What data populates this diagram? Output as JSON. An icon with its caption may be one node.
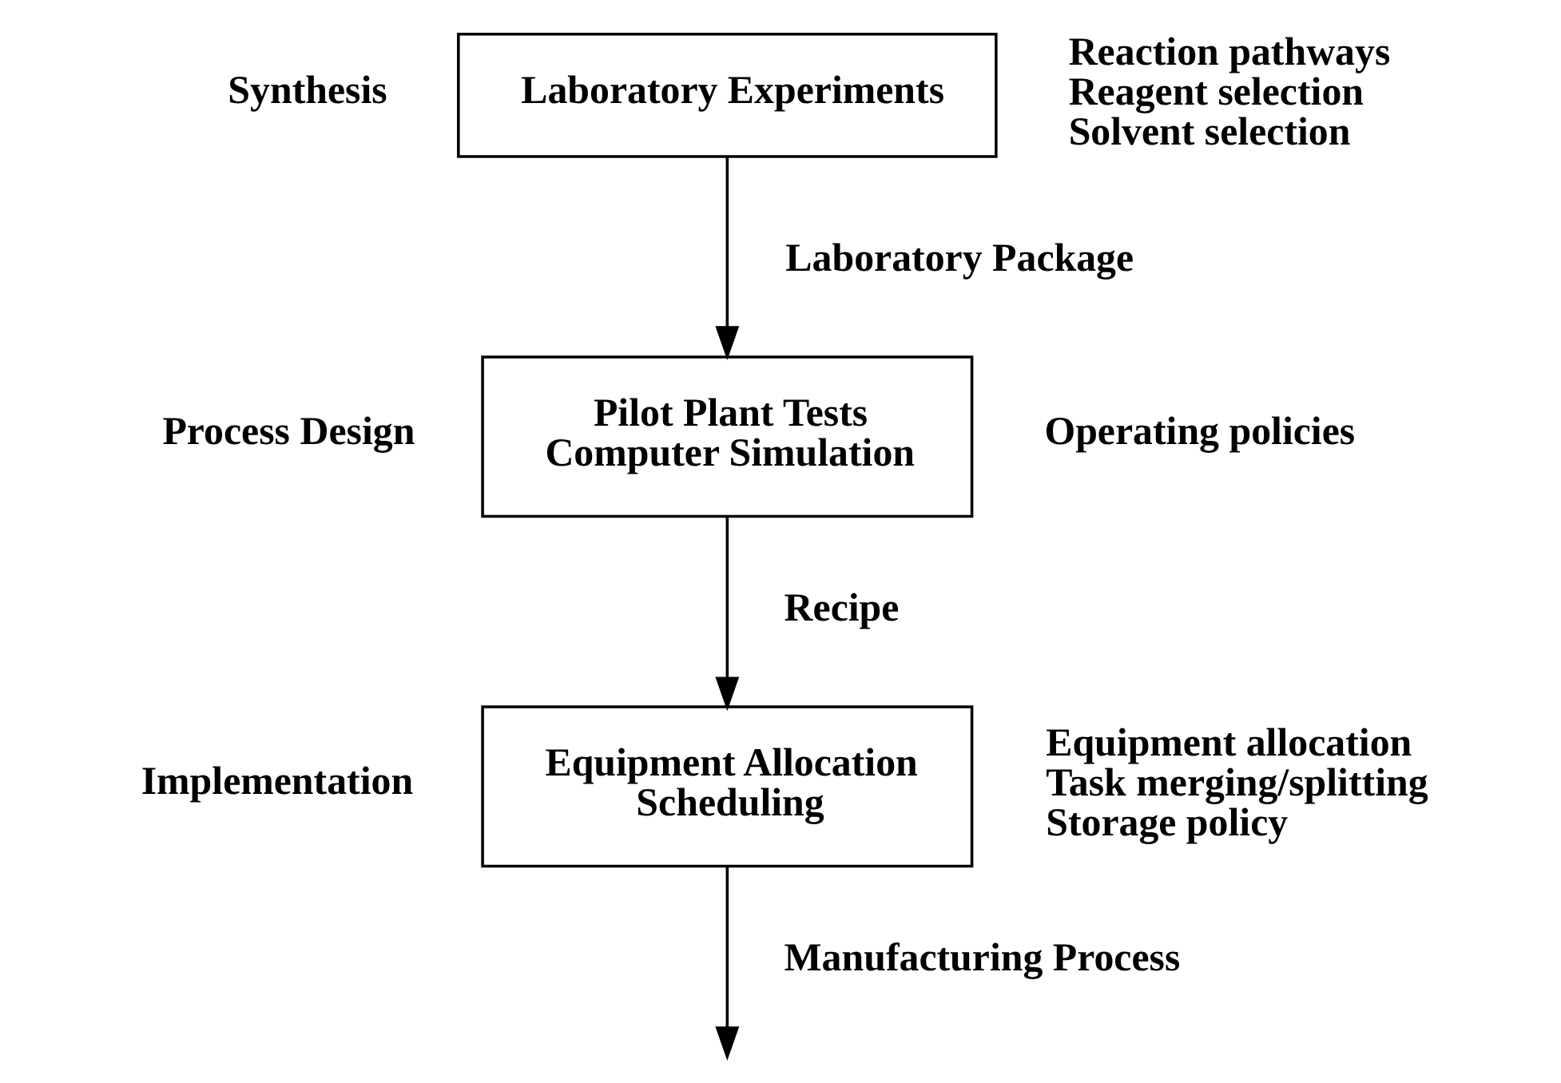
{
  "diagram": {
    "nodes": [
      {
        "text": [
          "Laboratory Experiments"
        ],
        "beside": [
          "Synthesis",
          "Reaction pathways",
          "Reagent selection",
          "Solvent selection"
        ]
      },
      {
        "text": [
          "Pilot Plant Tests",
          "Computer Simulation"
        ],
        "beside": [
          "Process Design",
          "Operating policies"
        ]
      },
      {
        "text": [
          "Equipment Allocation",
          "Scheduling"
        ],
        "beside": [
          "Implementation",
          "Equipment allocation",
          "Task merging/splitting",
          "Storage policy"
        ]
      }
    ],
    "edges": [
      {
        "from": 0,
        "to": 1,
        "arrow": "to",
        "label": "Laboratory Package"
      },
      {
        "from": 1,
        "to": 2,
        "arrow": "to",
        "label": "Recipe"
      },
      {
        "from": 2,
        "to": null,
        "arrow": "to",
        "label": "Manufacturing Process"
      }
    ]
  }
}
